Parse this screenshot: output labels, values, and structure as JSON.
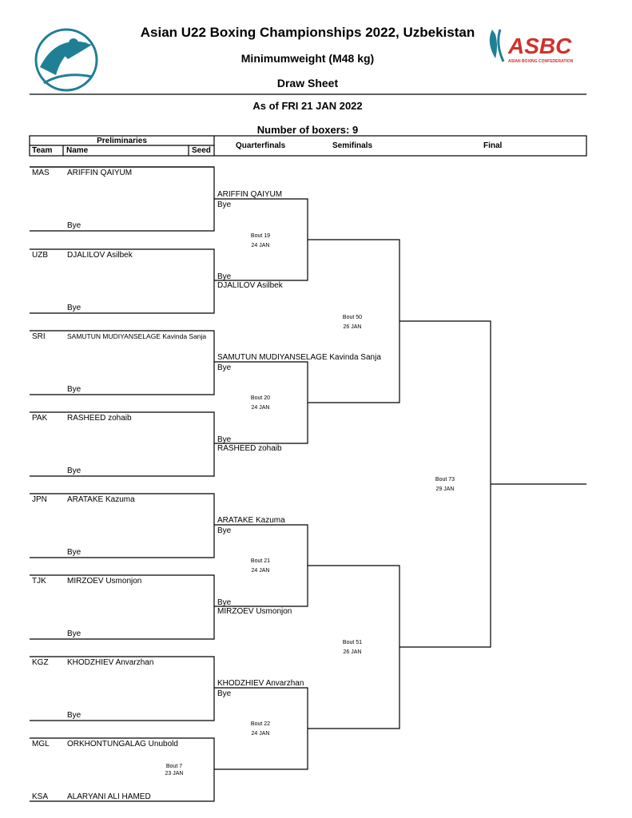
{
  "header": {
    "title": "Asian U22 Boxing Championships 2022, Uzbekistan",
    "weight": "Minimumweight (M48 kg)",
    "sheet": "Draw Sheet",
    "as_of": "As of FRI 21 JAN 2022",
    "boxers": "Number of boxers: 9",
    "logo_text": "ASBC",
    "logo_subtext": "ASIAN BOXING CONFEDERATION"
  },
  "columns": {
    "preliminaries": "Preliminaries",
    "team": "Team",
    "name": "Name",
    "seed": "Seed",
    "quarterfinals": "Quarterfinals",
    "semifinals": "Semifinals",
    "final": "Final"
  },
  "prelims": [
    {
      "team": "MAS",
      "name": "ARIFFIN QAIYUM",
      "bye": "Bye"
    },
    {
      "team": "UZB",
      "name": "DJALILOV Asilbek",
      "bye": "Bye"
    },
    {
      "team": "SRI",
      "name": "SAMUTUN MUDIYANSELAGE Kavinda Sanja",
      "bye": "Bye"
    },
    {
      "team": "PAK",
      "name": "RASHEED zohaib",
      "bye": "Bye"
    },
    {
      "team": "JPN",
      "name": "ARATAKE Kazuma",
      "bye": "Bye"
    },
    {
      "team": "TJK",
      "name": "MIRZOEV Usmonjon",
      "bye": "Bye"
    },
    {
      "team": "KGZ",
      "name": "KHODZHIEV Anvarzhan",
      "bye": "Bye"
    },
    {
      "team": "MGL",
      "name": "ORKHONTUNGALAG Unubold",
      "bye": ""
    },
    {
      "team": "KSA",
      "name": "ALARYANI ALI HAMED",
      "bye": ""
    }
  ],
  "qf_entries": [
    {
      "name": "ARIFFIN QAIYUM",
      "bye": "Bye"
    },
    {
      "name": "DJALILOV Asilbek",
      "bye": "Bye"
    },
    {
      "name": "SAMUTUN MUDIYANSELAGE Kavinda Sanja",
      "bye": "Bye"
    },
    {
      "name": "RASHEED zohaib",
      "bye": "Bye"
    },
    {
      "name": "ARATAKE Kazuma",
      "bye": "Bye"
    },
    {
      "name": "MIRZOEV Usmonjon",
      "bye": "Bye"
    },
    {
      "name": "KHODZHIEV Anvarzhan",
      "bye": "Bye"
    }
  ],
  "bouts": {
    "b7": {
      "label": "Bout 7",
      "date": "23 JAN"
    },
    "b19": {
      "label": "Bout 19",
      "date": "24 JAN"
    },
    "b20": {
      "label": "Bout 20",
      "date": "24 JAN"
    },
    "b21": {
      "label": "Bout 21",
      "date": "24 JAN"
    },
    "b22": {
      "label": "Bout 22",
      "date": "24 JAN"
    },
    "b50": {
      "label": "Bout 50",
      "date": "26 JAN"
    },
    "b51": {
      "label": "Bout 51",
      "date": "26 JAN"
    },
    "b73": {
      "label": "Bout 73",
      "date": "29 JAN"
    }
  },
  "colors": {
    "logo_teal": "#1f7f95",
    "logo_red": "#d0312d"
  }
}
